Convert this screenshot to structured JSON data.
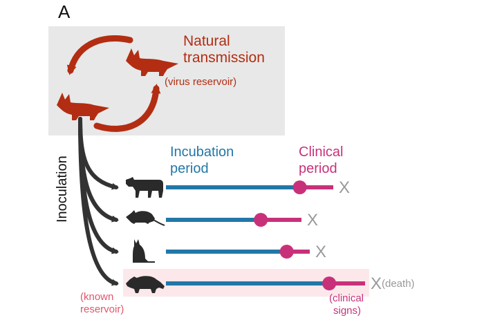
{
  "panel_label": "A",
  "colors": {
    "fox": "#b32d12",
    "incubation": "#2277a8",
    "clinical": "#c8317a",
    "death_x": "#999999",
    "arrow": "#333333",
    "reservoir_box": "#e8e8e8",
    "known_reservoir_band": "#fce8ea",
    "known_reservoir_text": "#e0566a"
  },
  "natural_transmission": {
    "title_line1": "Natural",
    "title_line2": "transmission",
    "reservoir_note": "(virus reservoir)"
  },
  "inoculation_label": "Inoculation",
  "headers": {
    "incubation_line1": "Incubation",
    "incubation_line2": "period",
    "clinical_line1": "Clinical",
    "clinical_line2": "period"
  },
  "hosts": [
    {
      "animal": "cow-icon",
      "incubation_fraction": 0.8,
      "clinical_fraction": 0.2
    },
    {
      "animal": "rat-icon",
      "incubation_fraction": 0.7,
      "clinical_fraction": 0.3
    },
    {
      "animal": "cat-icon",
      "incubation_fraction": 0.84,
      "clinical_fraction": 0.16
    },
    {
      "animal": "raccoon-icon",
      "incubation_fraction": 0.82,
      "clinical_fraction": 0.18,
      "known_reservoir": true
    }
  ],
  "death_mark": "X",
  "death_note": "(death)",
  "known_reservoir_line1": "(known",
  "known_reservoir_line2": "reservoir)",
  "clinical_signs_line1": "(clinical",
  "clinical_signs_line2": "signs)"
}
